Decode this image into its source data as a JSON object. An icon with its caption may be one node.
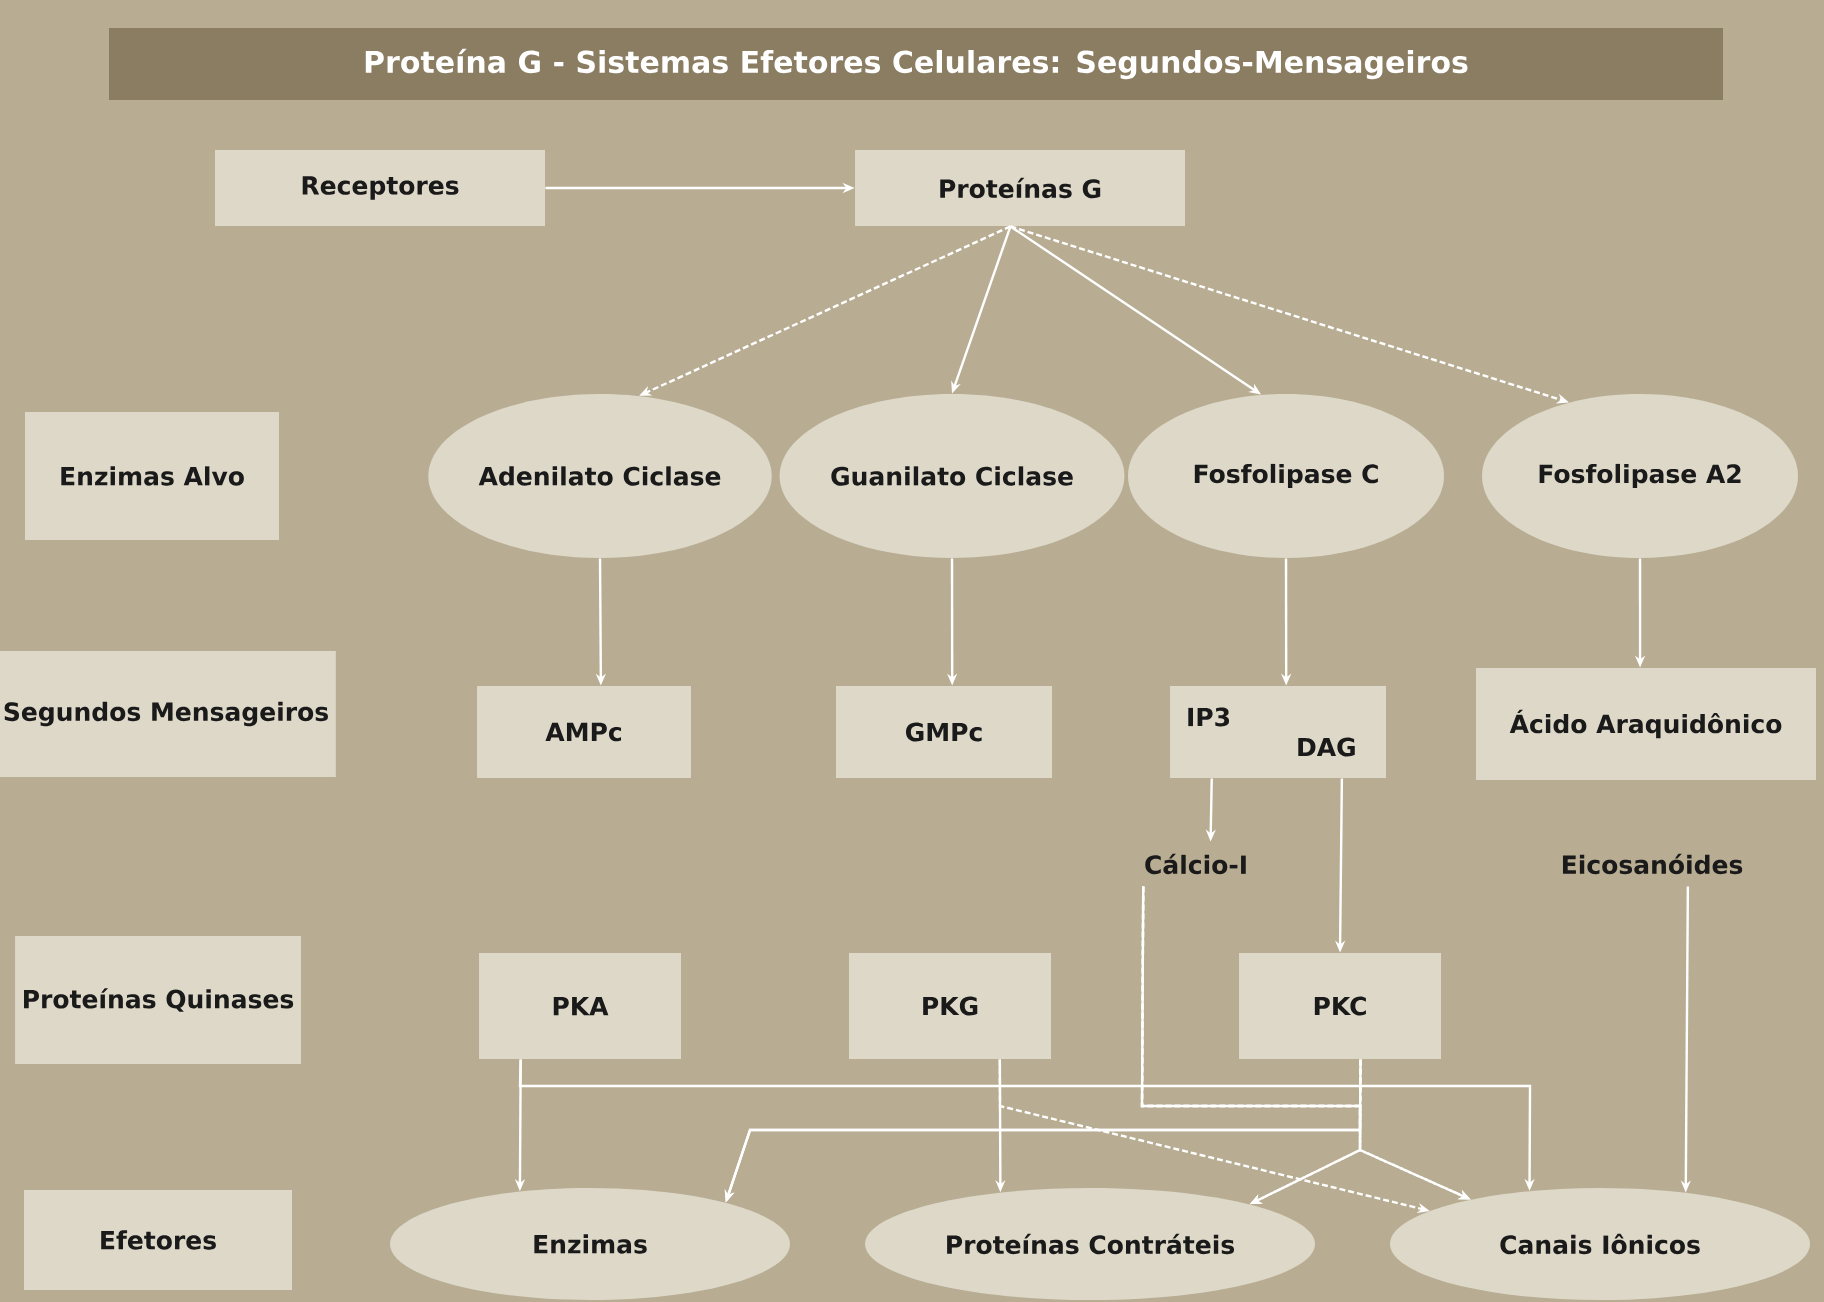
{
  "diagram": {
    "title": "Proteína G - Sistemas Efetores Celulares: Segundos-Mensageiros",
    "nodes": [
      {
        "text": [
          "Receptores"
        ]
      },
      {
        "text": [
          "Proteínas G"
        ]
      },
      {
        "text": [
          "Enzimas Alvo"
        ]
      },
      {
        "text": [
          "Adenilato Ciclase"
        ]
      },
      {
        "text": [
          "Guanilato Ciclase"
        ]
      },
      {
        "text": [
          "Fosfolipase C"
        ]
      },
      {
        "text": [
          "Fosfolipase A2"
        ]
      },
      {
        "text": [
          "Segundos Mensageiros"
        ]
      },
      {
        "text": [
          "AMPc"
        ]
      },
      {
        "text": [
          "GMPc"
        ]
      },
      {
        "text": [
          "IP3",
          "DAG"
        ]
      },
      {
        "text": [
          "Ácido Araquidônico"
        ]
      },
      {
        "text": [
          "Cálcio-I"
        ]
      },
      {
        "text": [
          "Eicosanóides"
        ]
      },
      {
        "text": [
          "Proteínas Quinases"
        ]
      },
      {
        "text": [
          "PKA"
        ]
      },
      {
        "text": [
          "PKG"
        ]
      },
      {
        "text": [
          "PKC"
        ]
      },
      {
        "text": [
          "Efetores"
        ]
      },
      {
        "text": [
          "Enzimas"
        ]
      },
      {
        "text": [
          "Proteínas Contráteis"
        ]
      },
      {
        "text": [
          "Canais Iônicos"
        ]
      }
    ],
    "edges": [
      {
        "from": 0,
        "to": 1,
        "arrow": "to"
      },
      {
        "from": 1,
        "to": 3,
        "arrow": "to",
        "style": "dashed"
      },
      {
        "from": 1,
        "to": 4,
        "arrow": "to"
      },
      {
        "from": 1,
        "to": 5,
        "arrow": "to"
      },
      {
        "from": 1,
        "to": 6,
        "arrow": "to",
        "style": "dashed"
      },
      {
        "from": 3,
        "to": 8,
        "arrow": "to"
      },
      {
        "from": 4,
        "to": 9,
        "arrow": "to"
      },
      {
        "from": 5,
        "to": 10,
        "arrow": "to"
      },
      {
        "from": 6,
        "to": 11,
        "arrow": "to"
      },
      {
        "from": 10,
        "to": 12,
        "arrow": "to"
      },
      {
        "from": 10,
        "to": 17,
        "arrow": "to"
      },
      {
        "from": 13,
        "to": 21,
        "arrow": "to"
      },
      {
        "from": 15,
        "to": 19,
        "arrow": "to"
      },
      {
        "from": 15,
        "to": 21,
        "arrow": "to"
      },
      {
        "from": 16,
        "to": 20,
        "arrow": "to"
      },
      {
        "from": 16,
        "to": 21,
        "arrow": "to",
        "style": "dashed"
      },
      {
        "from": 17,
        "to": 19,
        "arrow": "to"
      },
      {
        "from": 17,
        "to": 20,
        "arrow": "to",
        "style": "dashed"
      },
      {
        "from": 17,
        "to": 21,
        "arrow": "to",
        "style": "dashed"
      },
      {
        "from": 12,
        "to": 19,
        "arrow": "to"
      },
      {
        "from": 12,
        "to": 20,
        "arrow": "to",
        "style": "dashed"
      },
      {
        "from": 12,
        "to": 21,
        "arrow": "to",
        "style": "dashed"
      }
    ]
  }
}
